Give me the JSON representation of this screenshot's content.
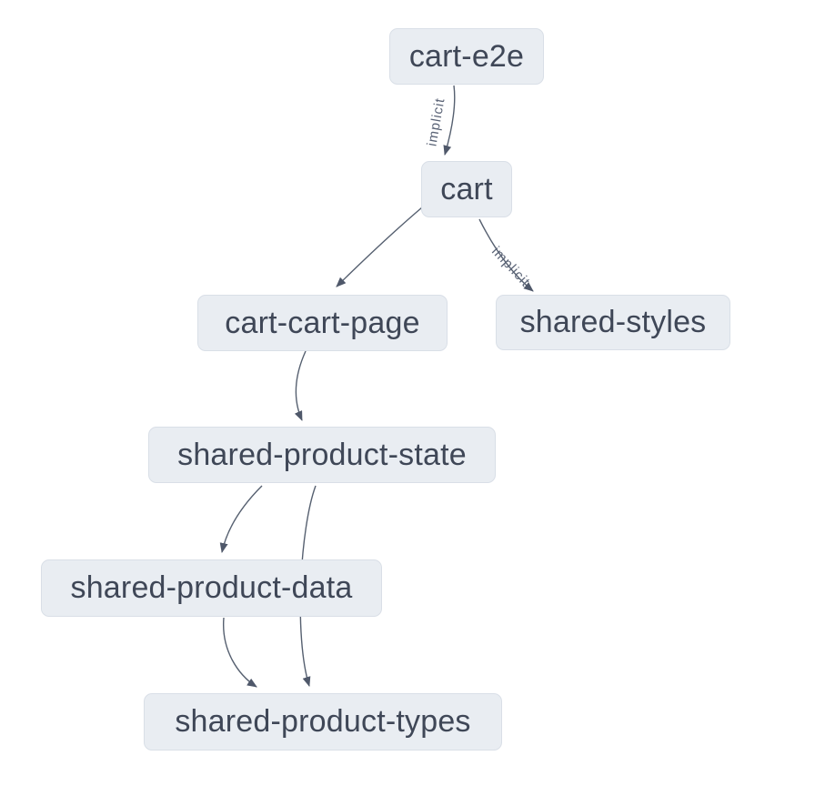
{
  "diagram": {
    "kind": "project-dependency-graph",
    "nodes": [
      {
        "id": "cart-e2e",
        "label": "cart-e2e"
      },
      {
        "id": "cart",
        "label": "cart"
      },
      {
        "id": "cart-cart-page",
        "label": "cart-cart-page"
      },
      {
        "id": "shared-styles",
        "label": "shared-styles"
      },
      {
        "id": "shared-product-state",
        "label": "shared-product-state"
      },
      {
        "id": "shared-product-data",
        "label": "shared-product-data"
      },
      {
        "id": "shared-product-types",
        "label": "shared-product-types"
      }
    ],
    "edges": [
      {
        "from": "cart-e2e",
        "to": "cart",
        "label": "implicit"
      },
      {
        "from": "cart",
        "to": "cart-cart-page",
        "label": ""
      },
      {
        "from": "cart",
        "to": "shared-styles",
        "label": "implicit"
      },
      {
        "from": "cart-cart-page",
        "to": "shared-product-state",
        "label": ""
      },
      {
        "from": "shared-product-state",
        "to": "shared-product-data",
        "label": ""
      },
      {
        "from": "shared-product-state",
        "to": "shared-product-types",
        "label": ""
      },
      {
        "from": "shared-product-data",
        "to": "shared-product-types",
        "label": ""
      }
    ],
    "colors": {
      "background": "#ffffff",
      "node_fill": "#e9edf2",
      "node_border": "#d9dfe7",
      "node_text": "#3f4757",
      "edge_stroke": "#566070",
      "edge_label_text": "#5a6376"
    }
  }
}
